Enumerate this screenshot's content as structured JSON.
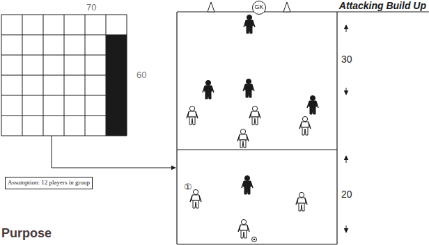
{
  "diagram": {
    "title": "Attacking Build Up",
    "nodes": [
      {
        "text": [
          "Assumption: 12 players in group"
        ]
      },
      {
        "text": [
          "GK"
        ]
      }
    ],
    "labels": [
      "70",
      "60",
      "30",
      "20",
      "①",
      "Purpose"
    ]
  }
}
